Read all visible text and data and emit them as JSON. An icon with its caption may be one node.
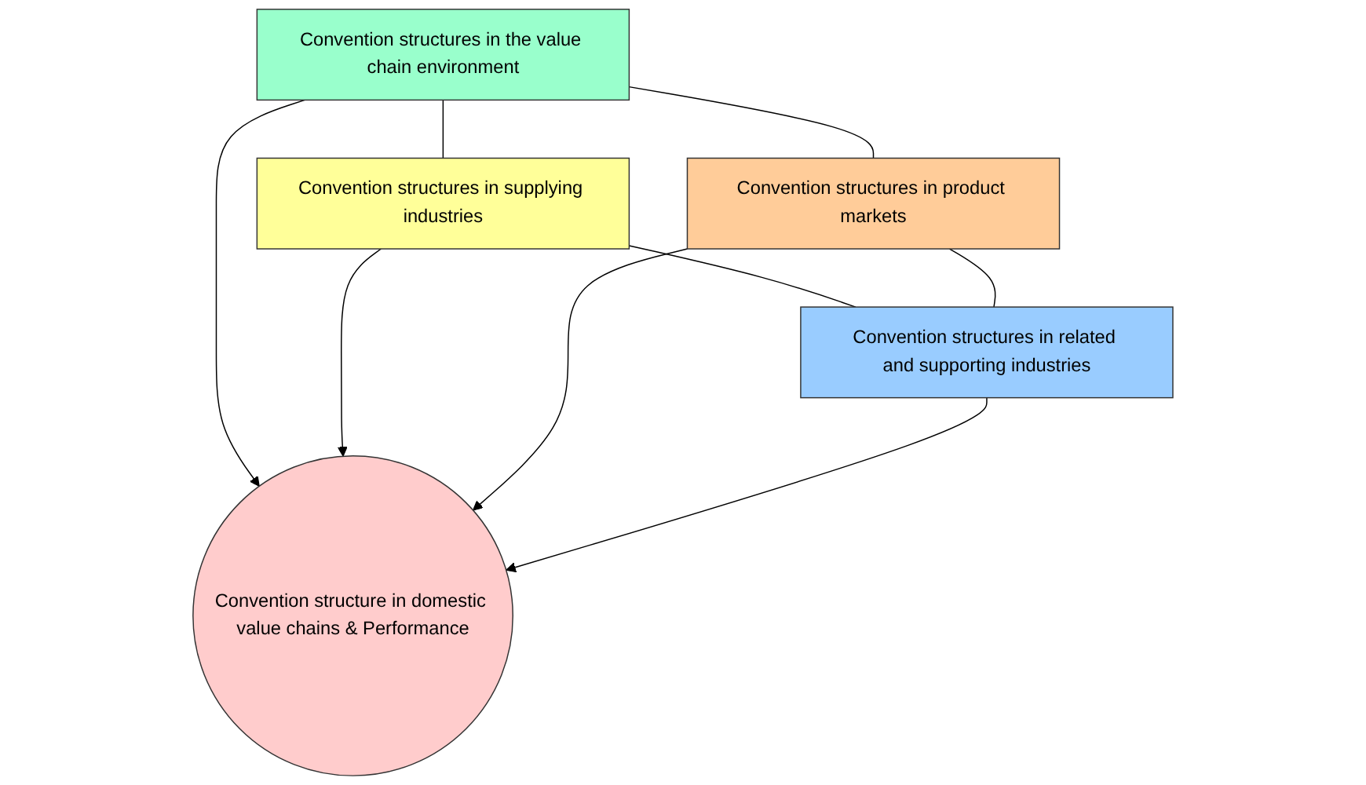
{
  "diagram": {
    "nodes": [
      {
        "text": [
          "Convention structures in the value chain environment"
        ]
      },
      {
        "text": [
          "Convention structures in supplying industries"
        ]
      },
      {
        "text": [
          "Convention structure in domestic value chains & Performance"
        ]
      },
      {
        "text": [
          "Convention structures in product markets"
        ]
      },
      {
        "text": [
          "Convention structures in related and supporting industries"
        ]
      }
    ],
    "edges": [
      {
        "from": 0,
        "to": 2,
        "arrow": "to"
      },
      {
        "from": 1,
        "to": 2,
        "arrow": "to"
      },
      {
        "from": 3,
        "to": 2,
        "arrow": "to"
      },
      {
        "from": 4,
        "to": 2,
        "arrow": "to"
      },
      {
        "from": 0,
        "to": 1,
        "arrow": "none"
      },
      {
        "from": 0,
        "to": 3,
        "arrow": "none"
      },
      {
        "from": 1,
        "to": 4,
        "arrow": "none"
      },
      {
        "from": 3,
        "to": 4,
        "arrow": "none"
      }
    ]
  }
}
